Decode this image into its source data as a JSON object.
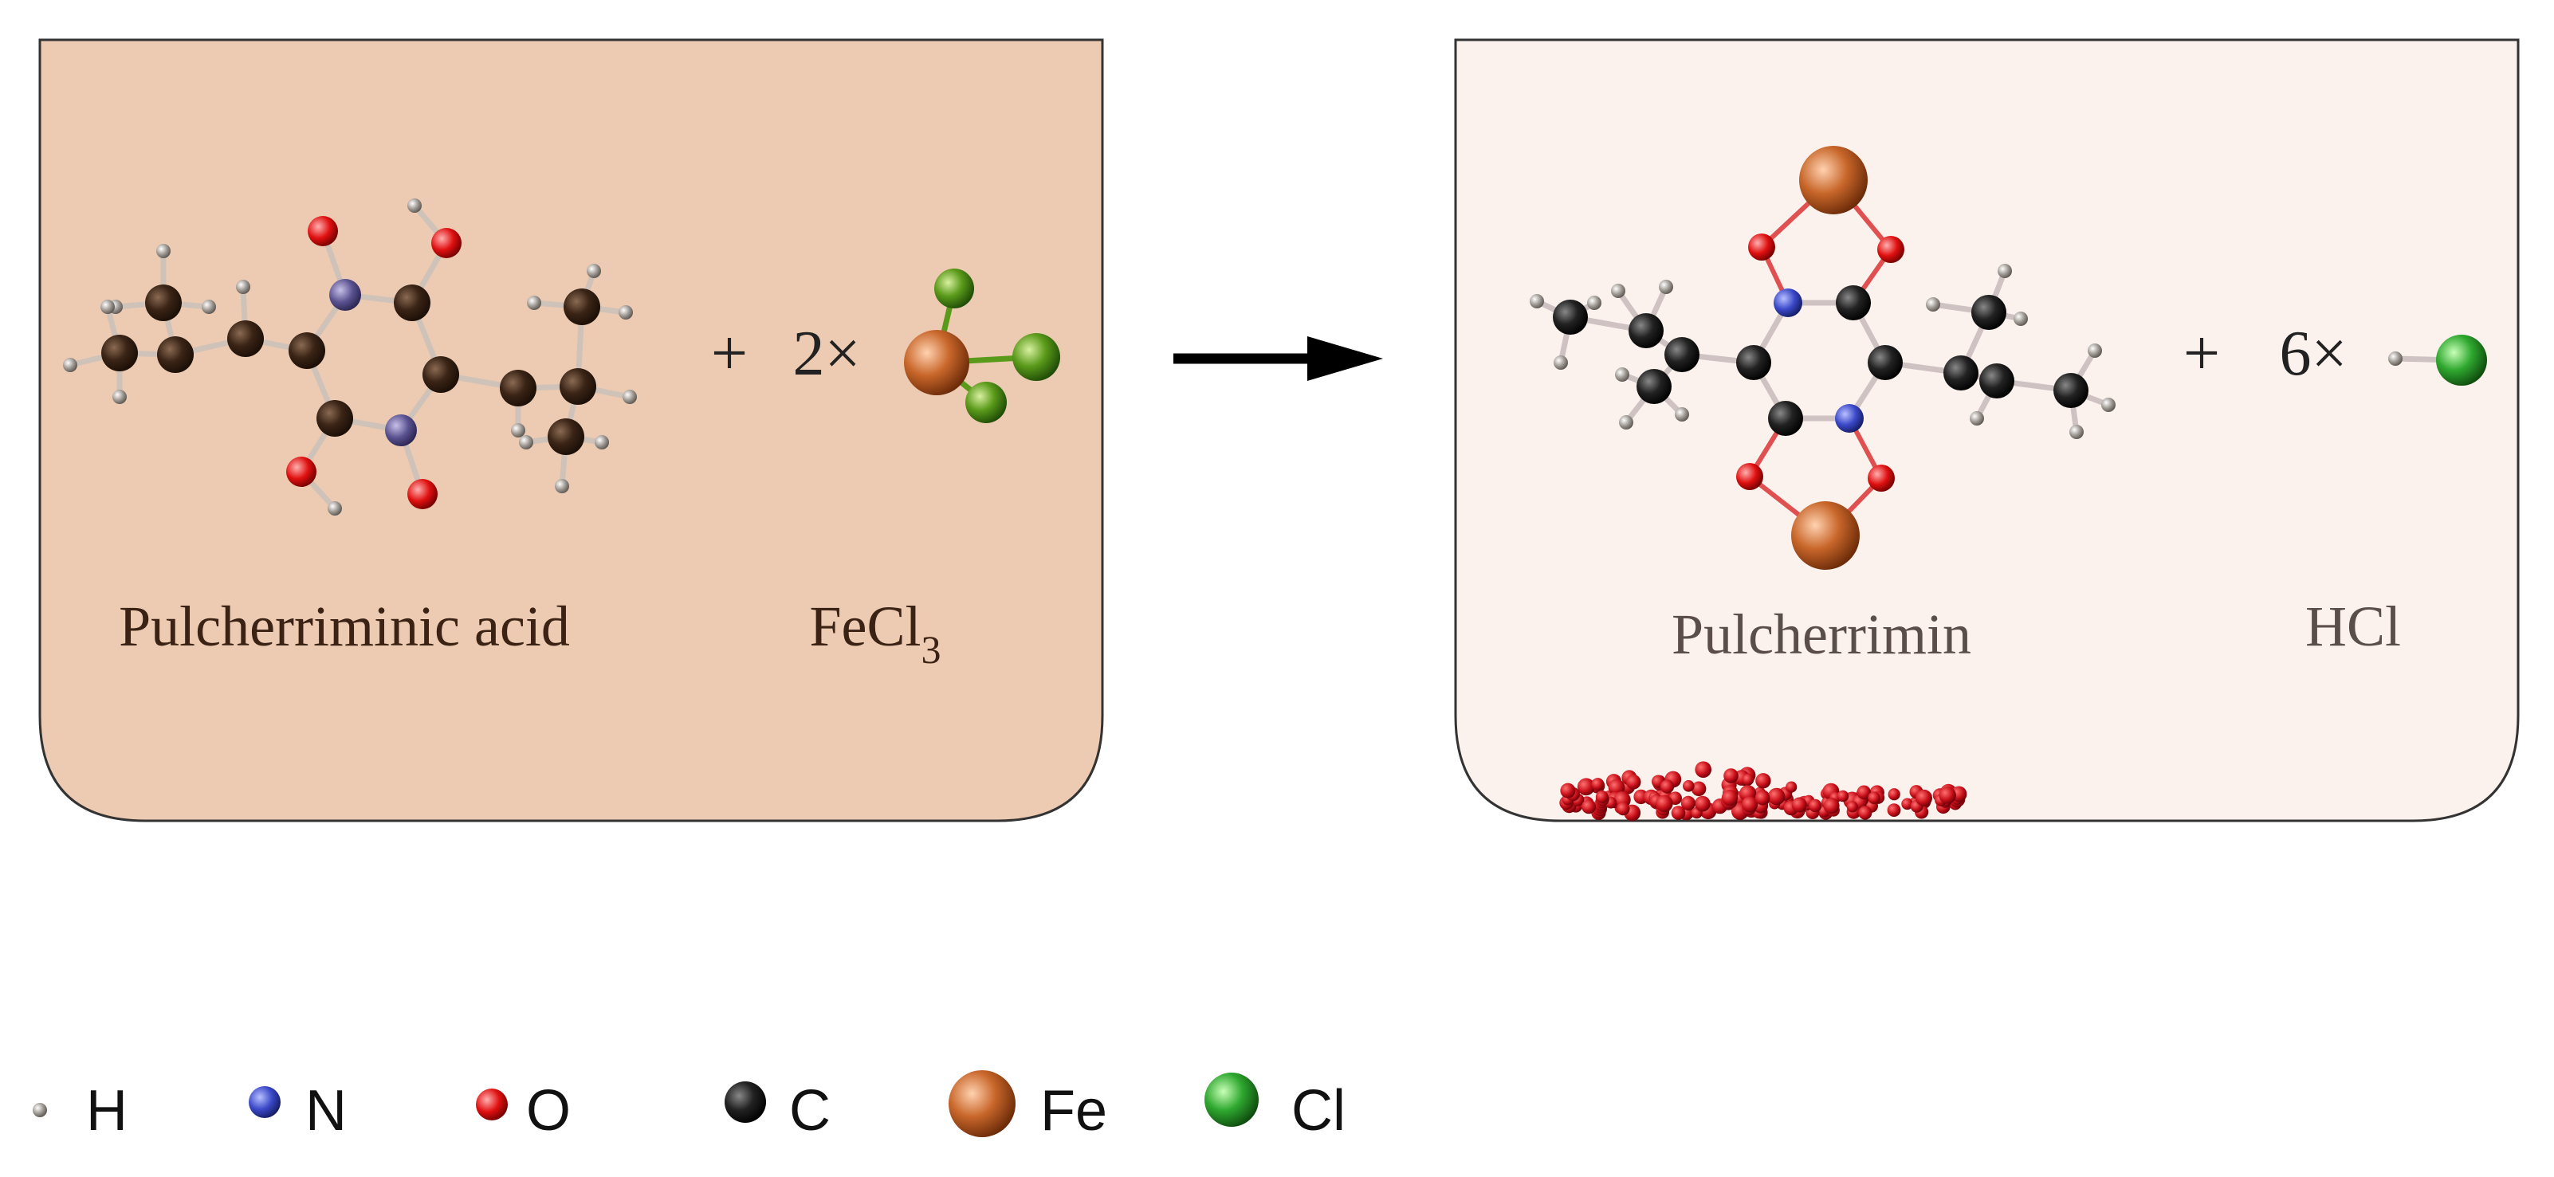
{
  "left_panel": {
    "reactant_label": "Pulcherriminic acid",
    "plus": "+",
    "coefficient": "2×",
    "reagent_label": "FeCl",
    "reagent_subscript": "3"
  },
  "right_panel": {
    "product_label": "Pulcherrimin",
    "plus": "+",
    "coefficient": "6×",
    "byproduct_label": "HCl"
  },
  "legend": [
    {
      "symbol": "H",
      "color": "#9a9a9a",
      "icon": "hydrogen-atom-icon"
    },
    {
      "symbol": "N",
      "color": "#3a48c8",
      "icon": "nitrogen-atom-icon"
    },
    {
      "symbol": "O",
      "color": "#e01010",
      "icon": "oxygen-atom-icon"
    },
    {
      "symbol": "C",
      "color": "#111111",
      "icon": "carbon-atom-icon"
    },
    {
      "symbol": "Fe",
      "color": "#c8662a",
      "icon": "iron-atom-icon"
    },
    {
      "symbol": "Cl",
      "color": "#2fa82f",
      "icon": "chlorine-atom-icon"
    }
  ],
  "colors": {
    "left_panel_fill": "#edcbb2",
    "right_panel_fill": "#fcf2ed",
    "panel_stroke": "#333333",
    "arrow": "#000000",
    "precipitate": "#c8101a",
    "bond_left": "#cfc2b8",
    "bond_fe_o": "#e05050"
  }
}
